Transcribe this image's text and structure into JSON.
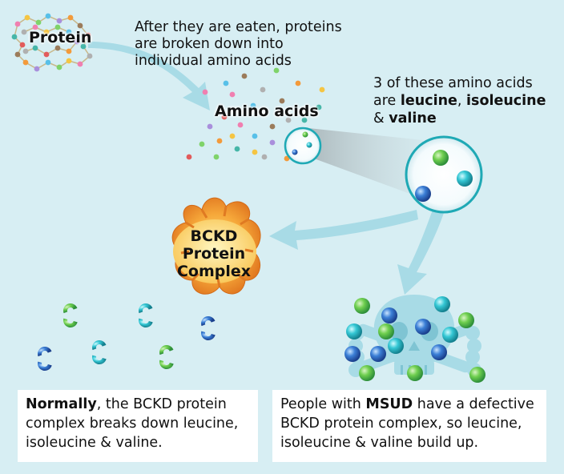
{
  "protein_label": "Protein",
  "caption_eaten": "After they are eaten, proteins are broken down into individual amino acids",
  "amino_acids_label": "Amino acids",
  "caption_three": {
    "line1": "3 of these amino acids",
    "are": "are ",
    "leucine": "leucine",
    "comma": ", ",
    "isoleucine": "isoleucine",
    "amp": "& ",
    "valine": "valine"
  },
  "complex_label": {
    "line1": "BCKD",
    "line2": "Protein",
    "line3": "Complex"
  },
  "normal_box": {
    "bold": "Normally",
    "rest": ", the BCKD protein complex breaks down leucine, isoleucine & valine."
  },
  "msud_box": {
    "pre": "People with ",
    "bold": "MSUD",
    "rest": " have a defective BCKD protein complex, so leucine, isoleucine & valine build up."
  },
  "colors": {
    "background": "#d7eef3",
    "green": "#5cc65a",
    "blue": "#2a6fc8",
    "teal": "#2cc0cf",
    "arrow": "#a8dbe6",
    "complex_orange": "#f39a3a",
    "complex_yellow": "#fbd56a"
  }
}
